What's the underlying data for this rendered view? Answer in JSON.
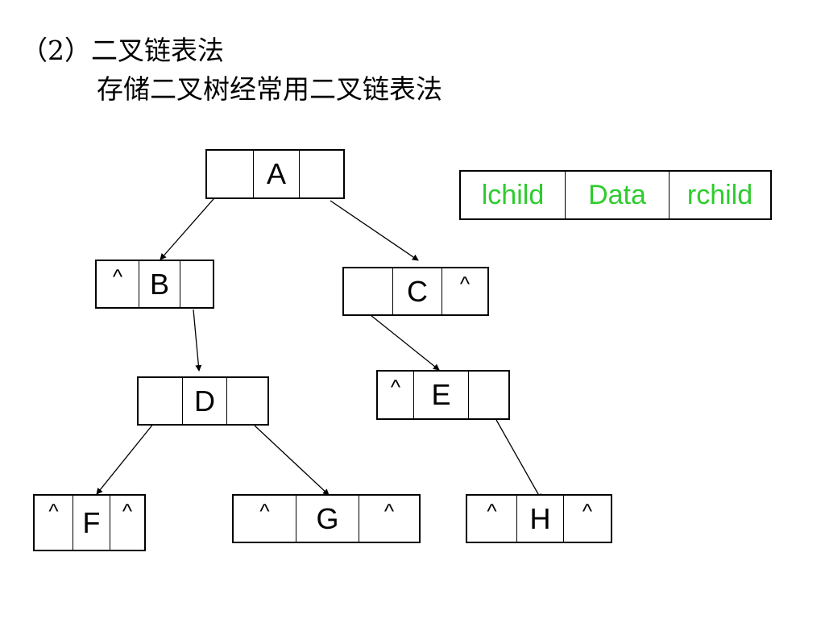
{
  "heading": {
    "title": "（2）二叉链表法",
    "subtitle": "存储二叉树经常用二叉链表法"
  },
  "legend": {
    "lchild": "lchild",
    "data": "Data",
    "rchild": "rchild",
    "color": "#2ecc2e"
  },
  "nodes": {
    "A": {
      "lchild": "",
      "data": "A",
      "rchild": ""
    },
    "B": {
      "lchild": "^",
      "data": "B",
      "rchild": ""
    },
    "C": {
      "lchild": "",
      "data": "C",
      "rchild": "^"
    },
    "D": {
      "lchild": "",
      "data": "D",
      "rchild": ""
    },
    "E": {
      "lchild": "^",
      "data": "E",
      "rchild": ""
    },
    "F": {
      "lchild": "^",
      "data": "F",
      "rchild": "^"
    },
    "G": {
      "lchild": "^",
      "data": "G",
      "rchild": "^"
    },
    "H": {
      "lchild": "^",
      "data": "H",
      "rchild": "^"
    }
  },
  "edges": [
    {
      "from": "A",
      "to": "B"
    },
    {
      "from": "A",
      "to": "C"
    },
    {
      "from": "B",
      "to": "D"
    },
    {
      "from": "C",
      "to": "E"
    },
    {
      "from": "D",
      "to": "F"
    },
    {
      "from": "D",
      "to": "G"
    },
    {
      "from": "E",
      "to": "H"
    }
  ]
}
